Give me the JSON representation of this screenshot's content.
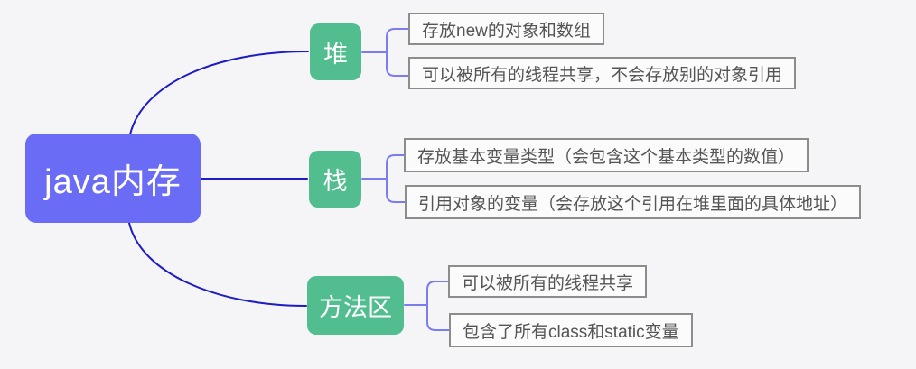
{
  "diagram": {
    "type": "mindmap",
    "root": {
      "label": "java内存"
    },
    "branches": [
      {
        "label": "堆",
        "children": [
          "存放new的对象和数组",
          "可以被所有的线程共享，不会存放别的对象引用"
        ]
      },
      {
        "label": "栈",
        "children": [
          "存放基本变量类型（会包含这个基本类型的数值）",
          "引用对象的变量（会存放这个引用在堆里面的具体地址）"
        ]
      },
      {
        "label": "方法区",
        "children": [
          "可以被所有的线程共享",
          "包含了所有class和static变量"
        ]
      }
    ]
  },
  "colors": {
    "background": "#f5f5f7",
    "root_fill": "#6a6cf5",
    "branch_fill": "#52be8f",
    "root_connector": "#1e1cc2",
    "branch_connector": "#7b7cf2",
    "leaf_border": "#8c8c8c",
    "leaf_text": "#555555",
    "node_text": "#ffffff"
  }
}
